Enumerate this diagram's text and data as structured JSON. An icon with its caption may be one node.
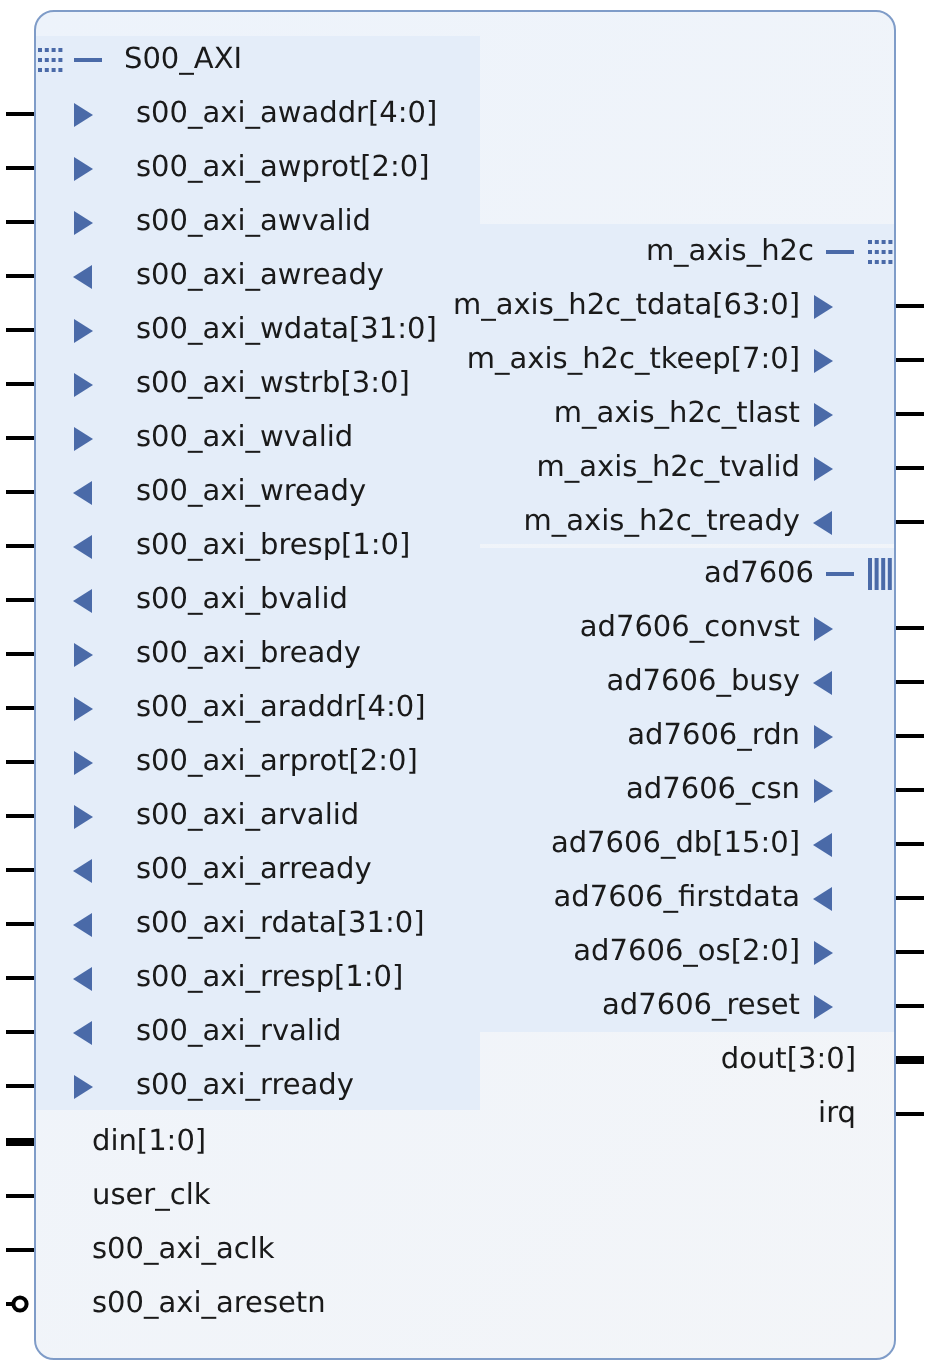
{
  "diagram": {
    "nodes": [
      {
        "text": [],
        "shape": "box"
      },
      {
        "text": [
          "S00_AXI",
          "s00_axi_awaddr[4:0]",
          "s00_axi_awprot[2:0]",
          "s00_axi_awvalid",
          "s00_axi_awready",
          "s00_axi_wdata[31:0]",
          "s00_axi_wstrb[3:0]",
          "s00_axi_wvalid",
          "s00_axi_wready",
          "s00_axi_bresp[1:0]",
          "s00_axi_bvalid",
          "s00_axi_bready",
          "s00_axi_araddr[4:0]",
          "s00_axi_arprot[2:0]",
          "s00_axi_arvalid",
          "s00_axi_arready",
          "s00_axi_rdata[31:0]",
          "s00_axi_rresp[1:0]",
          "s00_axi_rvalid",
          "s00_axi_rready"
        ],
        "in": 0
      },
      {
        "text": [
          "m_axis_h2c",
          "m_axis_h2c_tdata[63:0]",
          "m_axis_h2c_tkeep[7:0]",
          "m_axis_h2c_tlast",
          "m_axis_h2c_tvalid",
          "m_axis_h2c_tready"
        ],
        "in": 0
      },
      {
        "text": [
          "ad7606",
          "ad7606_convst",
          "ad7606_busy",
          "ad7606_rdn",
          "ad7606_csn",
          "ad7606_db[15:0]",
          "ad7606_firstdata",
          "ad7606_os[2:0]",
          "ad7606_reset"
        ],
        "in": 0
      }
    ],
    "labels": [
      "din[1:0]",
      "user_clk",
      "s00_axi_aclk",
      "s00_axi_aresetn",
      "dout[3:0]",
      "irq"
    ]
  }
}
